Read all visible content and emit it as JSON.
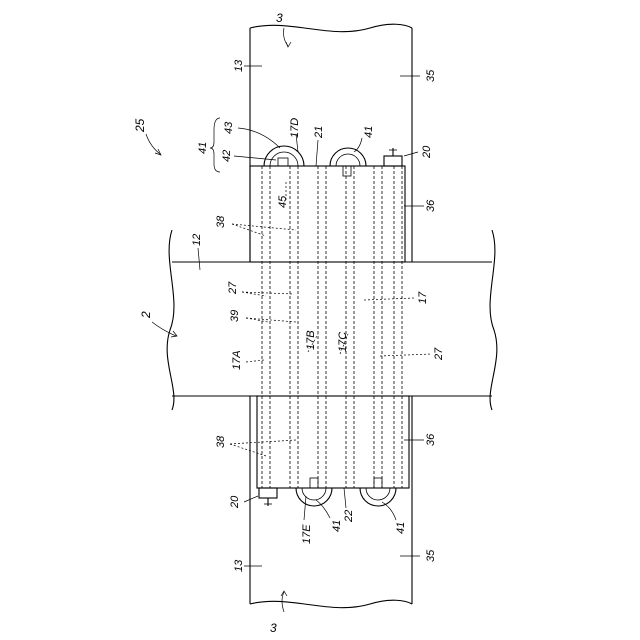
{
  "labels": {
    "n3_top": "3",
    "n3_bottom": "3",
    "n13_top": "13",
    "n13_bottom": "13",
    "n35_top": "35",
    "n35_bottom": "35",
    "n25": "25",
    "n2": "2",
    "n12": "12",
    "n41_group": "41",
    "n43": "43",
    "n42": "42",
    "n17D": "17D",
    "n21": "21",
    "n41_top": "41",
    "n20_top": "20",
    "n45": "45",
    "n36_top": "36",
    "n38_top": "38",
    "n27_left": "27",
    "n17": "17",
    "n39": "39",
    "n17A": "17A",
    "n17B": "17B",
    "n17C": "17C",
    "n27_right": "27",
    "n38_bottom": "38",
    "n36_bottom": "36",
    "n20_bottom": "20",
    "n17E": "17E",
    "n41_bottom_left": "41",
    "n22": "22",
    "n41_bottom_right": "41"
  }
}
